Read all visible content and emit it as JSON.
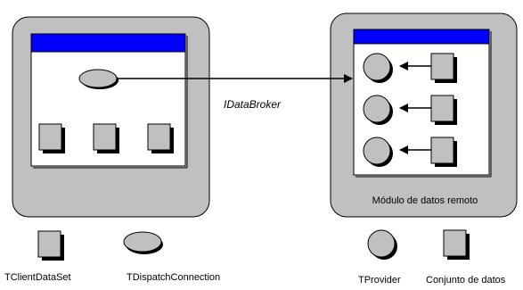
{
  "diagram": {
    "arrow_label": "IDataBroker",
    "remote_module_label": "Módulo de datos remoto",
    "legend": {
      "client_dataset": "TClientDataSet",
      "dispatch_connection": "TDispatchConnection",
      "provider": "TProvider",
      "dataset": "Conjunto de datos"
    }
  },
  "colors": {
    "panel_fill": "#c0c0c0",
    "title_bar": "#0000ff",
    "window_fill": "#ffffff",
    "shape_fill": "#c0c0c0",
    "shadow": "#000000"
  }
}
